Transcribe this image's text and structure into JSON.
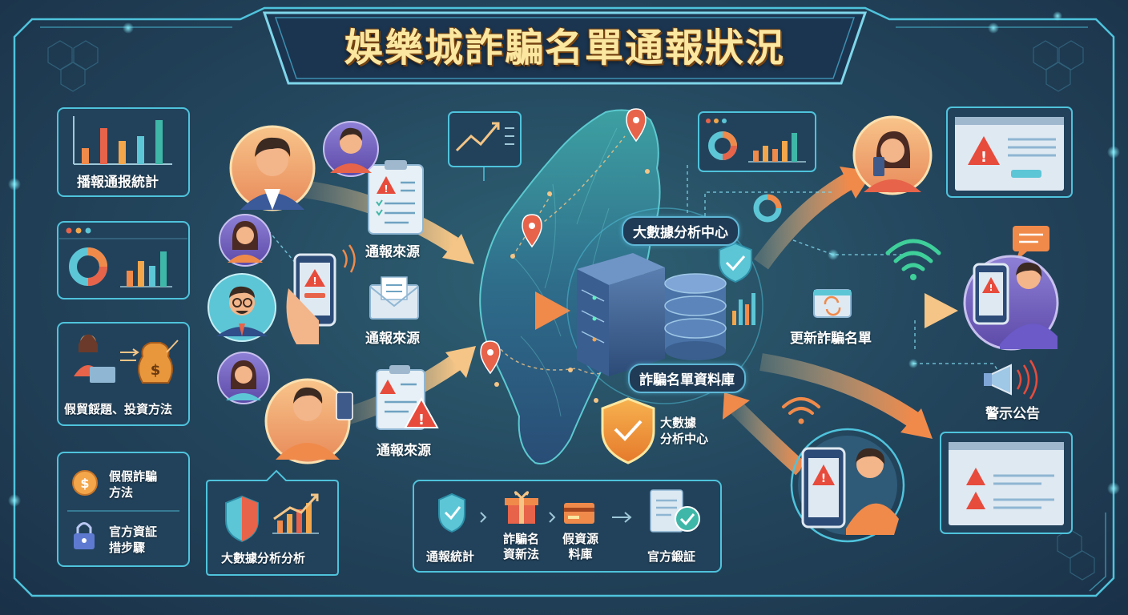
{
  "title": "娛樂城詐騙名單通報狀況",
  "colors": {
    "background": "#234258",
    "panel_border": "#4fc3dc",
    "title_text": "#fbe7a0",
    "arrow_orange": "#f08a4b",
    "arrow_cream": "#f3d29a",
    "alert_red": "#e74b3c",
    "shield_orange": "#f39a3d"
  },
  "left_panels": {
    "stats_label": "播報通报統計",
    "scam_label": "假貿餒題、投資方法",
    "method_fake": "假假詐騙\n方法",
    "method_official": "官方資証\n措步驟"
  },
  "bottom_panels": {
    "bigdata_label": "大數據分析分析",
    "flow": [
      "通報統計",
      "詐騙名\n資新法",
      "假資源\n料庫",
      "官方鍛証"
    ]
  },
  "report_sources": [
    "通報來源",
    "通報來源",
    "通報來源"
  ],
  "center": {
    "analysis_center": "大數據分析中心",
    "database": "詐騙名單資料庫",
    "analysis_center_2": "大數據\n分析中心"
  },
  "right": {
    "update_list": "更新詐騙名單",
    "warning": "警示公告"
  },
  "icons": [
    "bar-chart-icon",
    "donut-chart-icon",
    "money-bag-icon",
    "coin-icon",
    "lock-icon",
    "shield-check-icon",
    "clipboard-alert-icon",
    "envelope-icon",
    "phone-alert-icon",
    "server-icon",
    "database-icon",
    "map-pin-icon",
    "wifi-icon",
    "megaphone-icon",
    "gift-icon",
    "credit-card-icon",
    "document-check-icon",
    "browser-alert-icon",
    "chat-bubble-icon",
    "refresh-icon"
  ]
}
